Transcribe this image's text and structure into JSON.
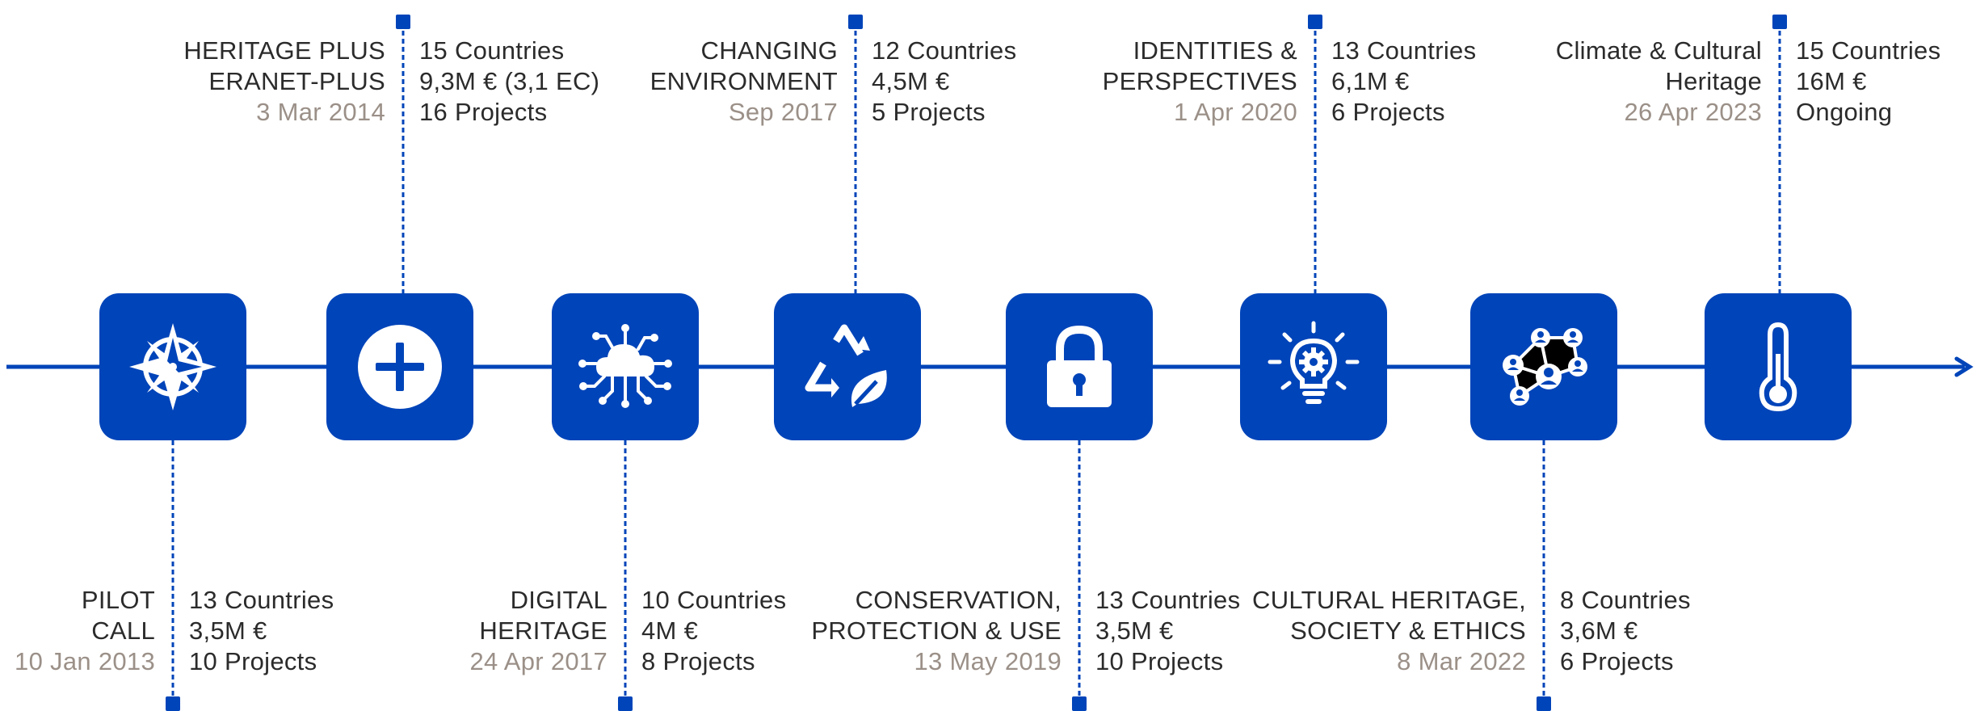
{
  "colors": {
    "accent": "#0044b9",
    "date": "#9b9088",
    "text": "#2b2b2b"
  },
  "events": [
    {
      "title": [
        "PILOT",
        "CALL"
      ],
      "date": "10 Jan 2013",
      "stats": [
        "13 Countries",
        "3,5M €",
        "10 Projects"
      ],
      "icon": "compass-icon",
      "position": "below"
    },
    {
      "title": [
        "HERITAGE PLUS",
        "ERANET-PLUS"
      ],
      "date": "3 Mar 2014",
      "stats": [
        "15 Countries",
        "9,3M € (3,1 EC)",
        "16 Projects"
      ],
      "icon": "plus-circle-icon",
      "position": "above"
    },
    {
      "title": [
        "DIGITAL",
        "HERITAGE"
      ],
      "date": "24 Apr 2017",
      "stats": [
        "10 Countries",
        "4M €",
        "8 Projects"
      ],
      "icon": "cloud-network-icon",
      "position": "below"
    },
    {
      "title": [
        "CHANGING",
        "ENVIRONMENT"
      ],
      "date": "Sep 2017",
      "stats": [
        "12 Countries",
        "4,5M €",
        "5 Projects"
      ],
      "icon": "recycle-leaf-icon",
      "position": "above"
    },
    {
      "title": [
        "CONSERVATION,",
        "PROTECTION & USE"
      ],
      "date": "13 May 2019",
      "stats": [
        "13 Countries",
        "3,5M €",
        "10 Projects"
      ],
      "icon": "padlock-icon",
      "position": "below"
    },
    {
      "title": [
        "IDENTITIES &",
        "PERSPECTIVES"
      ],
      "date": "1 Apr 2020",
      "stats": [
        "13 Countries",
        "6,1M €",
        "6 Projects"
      ],
      "icon": "lightbulb-gear-icon",
      "position": "above"
    },
    {
      "title": [
        "CULTURAL HERITAGE,",
        "SOCIETY & ETHICS"
      ],
      "date": "8 Mar 2022",
      "stats": [
        "8 Countries",
        "3,6M €",
        "6 Projects"
      ],
      "icon": "people-network-icon",
      "position": "below"
    },
    {
      "title": [
        "Climate & Cultural",
        "Heritage"
      ],
      "date": "26 Apr 2023",
      "stats": [
        "15 Countries",
        "16M €",
        "Ongoing"
      ],
      "icon": "thermometer-icon",
      "position": "above"
    }
  ]
}
